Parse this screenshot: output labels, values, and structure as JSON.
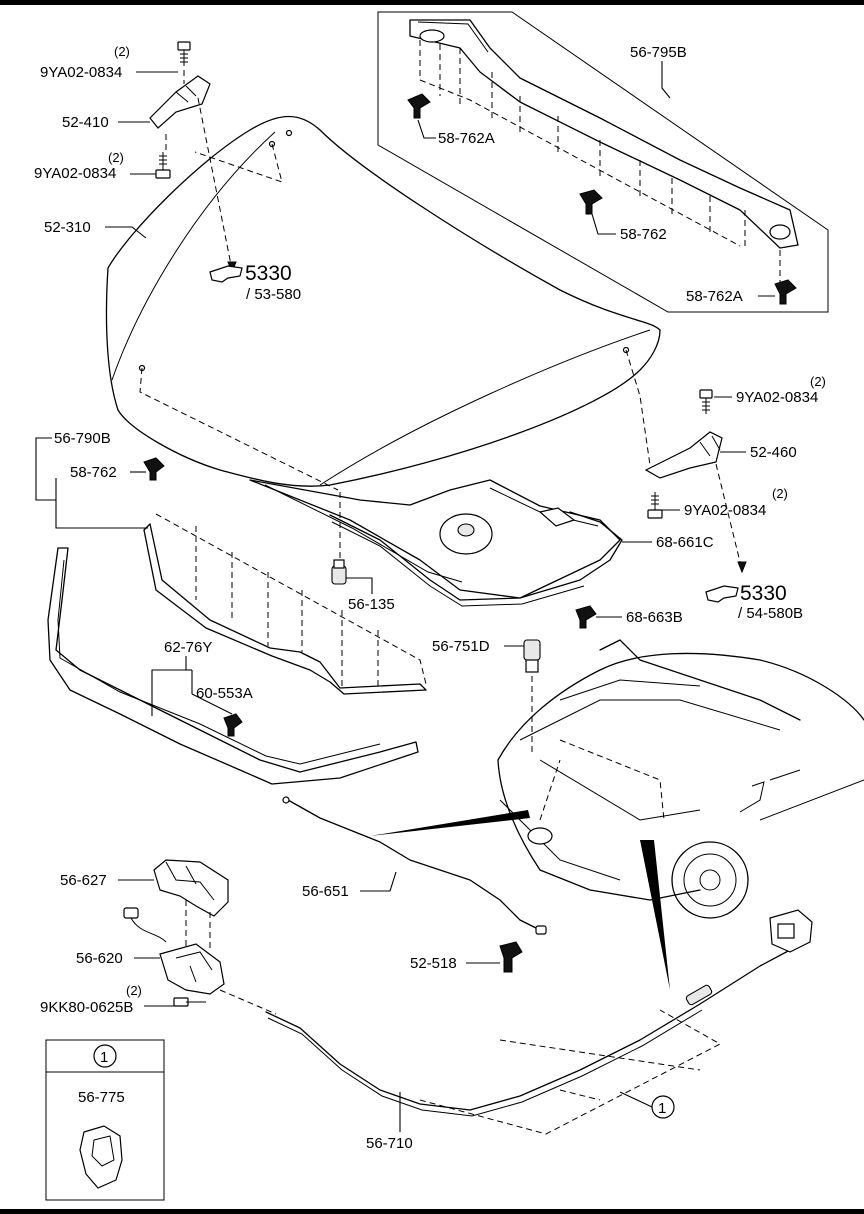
{
  "parts": {
    "p52_410": "52-410",
    "bolt_top_1": "9YA02-0834",
    "bolt_top_1_qty": "(2)",
    "bolt_top_2": "9YA02-0834",
    "bolt_top_2_qty": "(2)",
    "p52_310": "52-310",
    "ref_5330_a": "5330",
    "ref_53_580": "/ 53-580",
    "p56_795B": "56-795B",
    "p58_762A_1": "58-762A",
    "p58_762_mid": "58-762",
    "p58_762A_2": "58-762A",
    "bolt_right_1": "9YA02-0834",
    "bolt_right_1_qty": "(2)",
    "p52_460": "52-460",
    "bolt_right_2": "9YA02-0834",
    "bolt_right_2_qty": "(2)",
    "p68_661C": "68-661C",
    "ref_5330_b": "5330",
    "ref_54_580B": "/ 54-580B",
    "p68_663B": "68-663B",
    "p56_790B": "56-790B",
    "p58_762_left": "58-762",
    "p56_135": "56-135",
    "p56_751D": "56-751D",
    "p62_76Y": "62-76Y",
    "p60_553A": "60-553A",
    "p56_627": "56-627",
    "p56_651": "56-651",
    "p56_620": "56-620",
    "p52_518": "52-518",
    "bolt_latch": "9KK80-0625B",
    "bolt_latch_qty": "(2)",
    "p56_710": "56-710",
    "callout_num": "1",
    "callout_num_2": "1",
    "inset_part": "56-775"
  }
}
